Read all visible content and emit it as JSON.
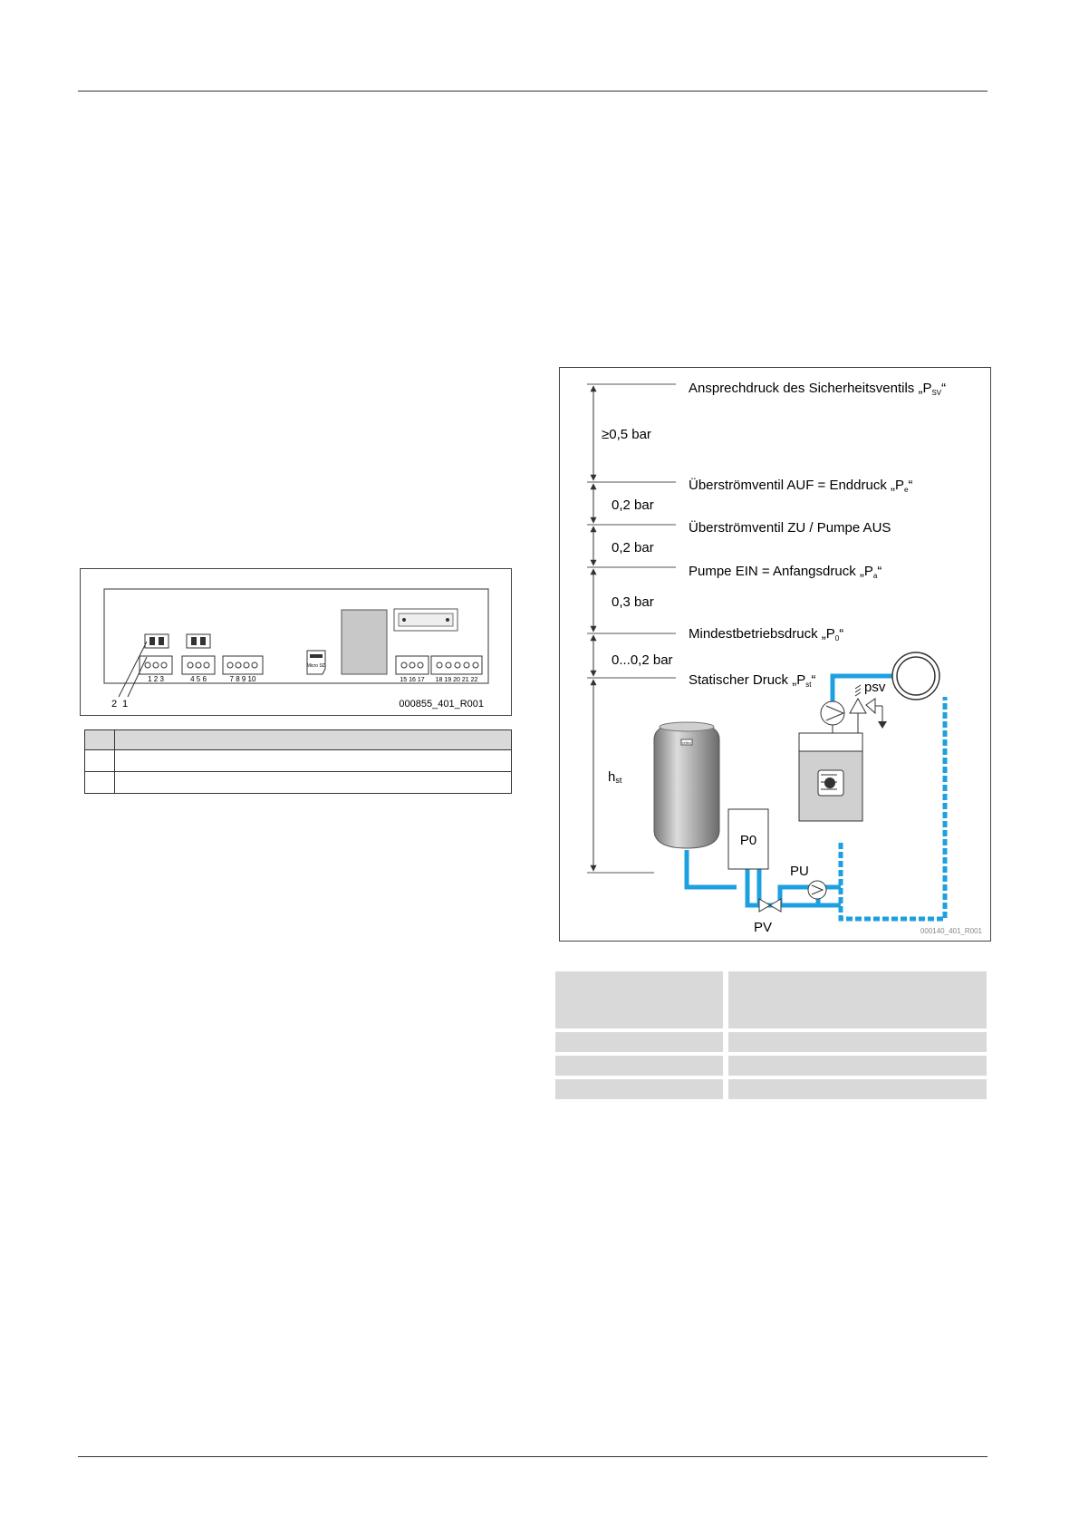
{
  "board_figure": {
    "id": "000855_401_R001",
    "callouts": [
      "2",
      "1"
    ],
    "terminal_groups": [
      "1 2 3",
      "4 5 6",
      "7 8 9 10",
      "15 16 17",
      "18 19 20 21 22"
    ],
    "card_label": "Micro SD"
  },
  "pressure_figure": {
    "id": "000140_401_R001",
    "levels": [
      {
        "main": "Ansprechdruck des Sicherheitsventils „P",
        "sub": "SV",
        "end": "“"
      },
      {
        "main": "Überströmventil AUF = Enddruck „P",
        "sub": "e",
        "end": "“"
      },
      {
        "main": "Überströmventil ZU / Pumpe AUS",
        "sub": "",
        "end": ""
      },
      {
        "main": "Pumpe EIN = Anfangsdruck „P",
        "sub": "a",
        "end": "“"
      },
      {
        "main": "Mindestbetriebsdruck „P",
        "sub": "0",
        "end": "“"
      },
      {
        "main": "Statischer Druck „P",
        "sub": "st",
        "end": "“"
      }
    ],
    "intervals": [
      "≥0,5 bar",
      "0,2 bar",
      "0,2 bar",
      "0,3 bar",
      "0...0,2 bar"
    ],
    "hst": {
      "main": "h",
      "sub": "st"
    },
    "labels": {
      "p0": "P0",
      "pu": "PU",
      "pv": "PV",
      "psv": "psv",
      "logo": "reflex"
    }
  },
  "colors": {
    "pipe": "#1ea0e0",
    "line": "#333333",
    "gray": "#d9d9d9"
  }
}
